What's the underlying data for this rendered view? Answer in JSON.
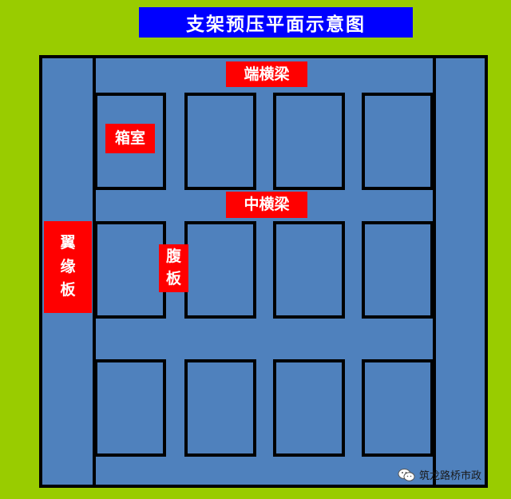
{
  "title": "支架预压平面示意图",
  "labels": {
    "end_beam": "端横梁",
    "mid_beam": "中横梁",
    "box_room": "箱室",
    "web": "腹\n板",
    "flange": "翼\n缘\n板"
  },
  "watermark": {
    "text": "筑龙路桥市政",
    "icon": "wechat-icon"
  },
  "colors": {
    "background": "#99cc00",
    "title_bg": "#0000ff",
    "deck": "#4f81bd",
    "label_bg": "#ff0000",
    "outline": "#000000"
  }
}
